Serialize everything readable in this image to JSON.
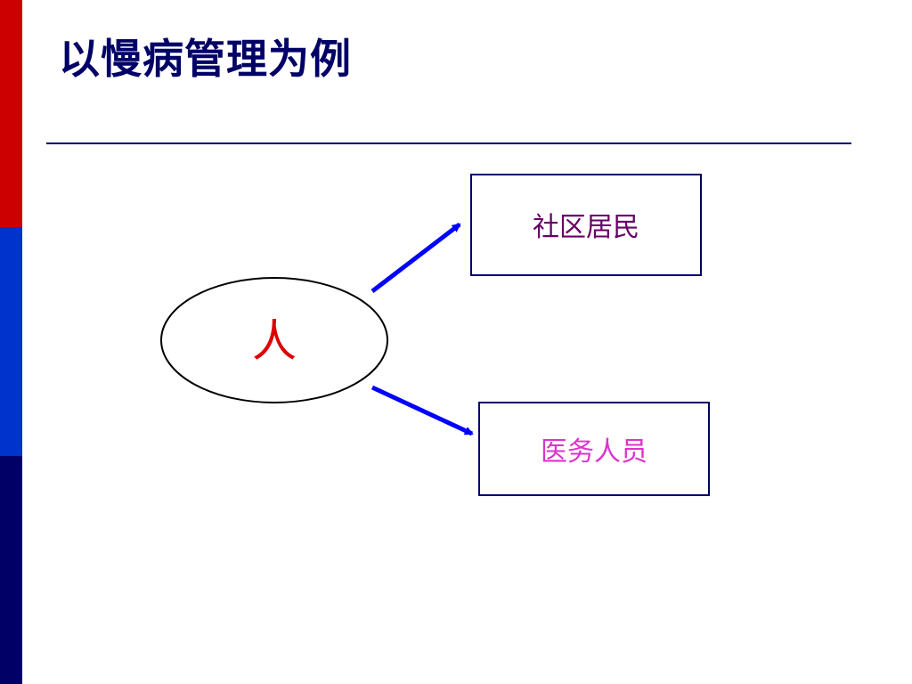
{
  "title": "以慢病管理为例",
  "colors": {
    "bar_top": "#cc0000",
    "bar_middle": "#0033cc",
    "bar_bottom": "#000066",
    "title": "#000066",
    "divider": "#000066",
    "box_border": "#000066",
    "arrow": "#0000ff",
    "center_text": "#dd0000",
    "resident_text": "#660066",
    "staff_text": "#dd33cc"
  },
  "diagram": {
    "center_node": {
      "label": "人"
    },
    "nodes": [
      {
        "id": "resident",
        "label": "社区居民"
      },
      {
        "id": "staff",
        "label": "医务人员"
      }
    ],
    "edges": [
      {
        "from": "center",
        "to": "resident"
      },
      {
        "from": "center",
        "to": "staff"
      }
    ]
  }
}
